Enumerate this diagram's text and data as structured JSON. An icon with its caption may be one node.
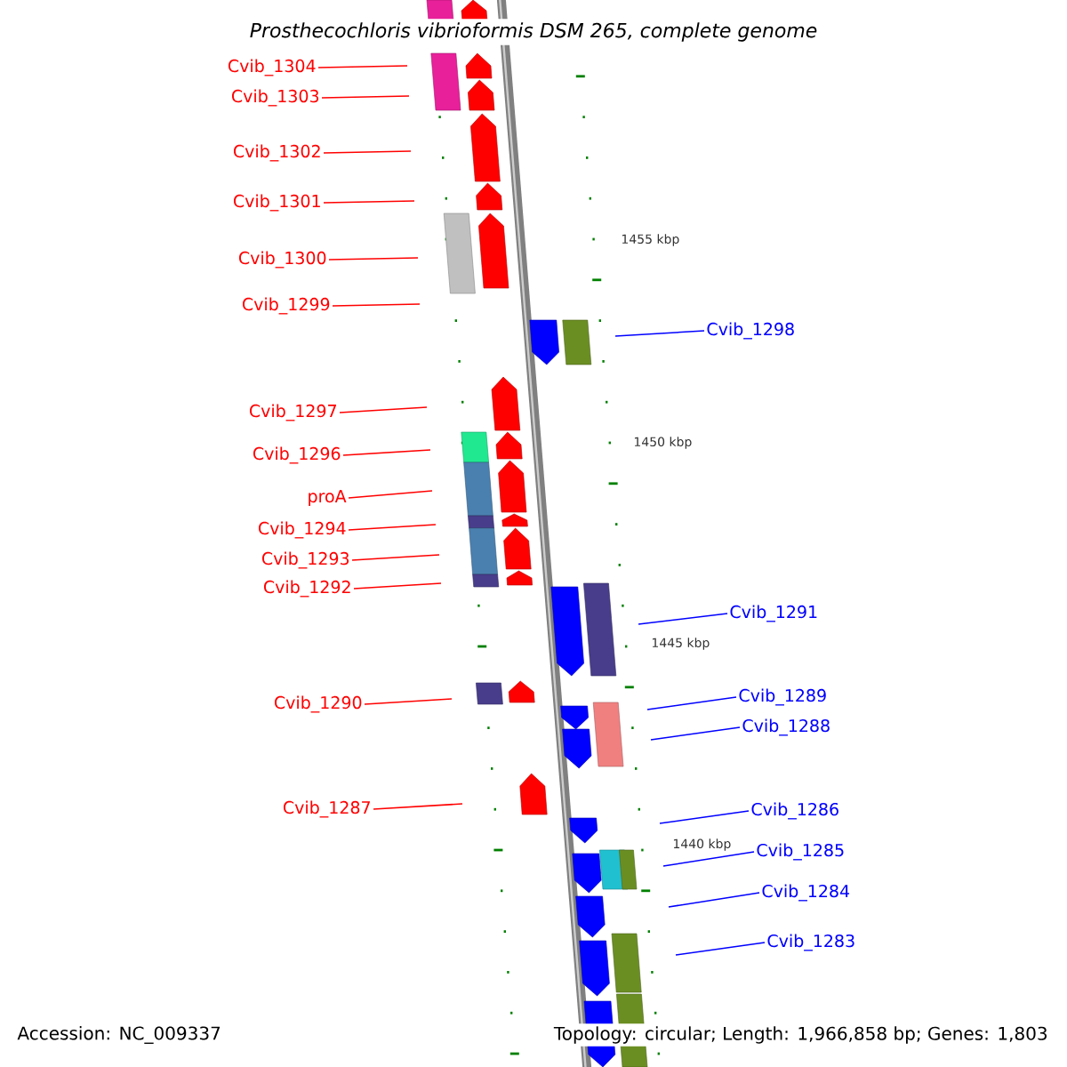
{
  "diagram": {
    "title": "Prosthecochloris vibrioformis DSM 265, complete genome",
    "nodes": [
      {
        "text": [
          "Cvib_1304"
        ]
      },
      {
        "text": [
          "Cvib_1303"
        ]
      },
      {
        "text": [
          "Cvib_1302"
        ]
      },
      {
        "text": [
          "Cvib_1301"
        ]
      },
      {
        "text": [
          "Cvib_1300"
        ]
      },
      {
        "text": [
          "Cvib_1299"
        ]
      },
      {
        "text": [
          "Cvib_1298"
        ]
      },
      {
        "text": [
          "Cvib_1297"
        ]
      },
      {
        "text": [
          "Cvib_1296"
        ]
      },
      {
        "text": [
          "proA"
        ]
      },
      {
        "text": [
          "Cvib_1294"
        ]
      },
      {
        "text": [
          "Cvib_1293"
        ]
      },
      {
        "text": [
          "Cvib_1292"
        ]
      },
      {
        "text": [
          "Cvib_1291"
        ]
      },
      {
        "text": [
          "Cvib_1290"
        ]
      },
      {
        "text": [
          "Cvib_1289"
        ]
      },
      {
        "text": [
          "Cvib_1288"
        ]
      },
      {
        "text": [
          "Cvib_1287"
        ]
      },
      {
        "text": [
          "Cvib_1286"
        ]
      },
      {
        "text": [
          "Cvib_1285"
        ]
      },
      {
        "text": [
          "Cvib_1284"
        ]
      },
      {
        "text": [
          "Cvib_1283"
        ]
      }
    ],
    "edges": [
      {
        "from": 0,
        "to": null,
        "arrow": "none",
        "color": "#ff0000"
      },
      {
        "from": 1,
        "to": null,
        "arrow": "none",
        "color": "#ff0000"
      },
      {
        "from": 2,
        "to": null,
        "arrow": "none",
        "color": "#ff0000"
      },
      {
        "from": 3,
        "to": null,
        "arrow": "none",
        "color": "#ff0000"
      },
      {
        "from": 4,
        "to": null,
        "arrow": "none",
        "color": "#ff0000"
      },
      {
        "from": 5,
        "to": null,
        "arrow": "none",
        "color": "#ff0000"
      },
      {
        "from": 6,
        "to": null,
        "arrow": "none",
        "color": "#0000ff"
      },
      {
        "from": 7,
        "to": null,
        "arrow": "none",
        "color": "#ff0000"
      },
      {
        "from": 8,
        "to": null,
        "arrow": "none",
        "color": "#ff0000"
      },
      {
        "from": 9,
        "to": null,
        "arrow": "none",
        "color": "#ff0000"
      },
      {
        "from": 10,
        "to": null,
        "arrow": "none",
        "color": "#ff0000"
      },
      {
        "from": 11,
        "to": null,
        "arrow": "none",
        "color": "#ff0000"
      },
      {
        "from": 12,
        "to": null,
        "arrow": "none",
        "color": "#ff0000"
      },
      {
        "from": 13,
        "to": null,
        "arrow": "none",
        "color": "#0000ff"
      },
      {
        "from": 14,
        "to": null,
        "arrow": "none",
        "color": "#ff0000"
      },
      {
        "from": 15,
        "to": null,
        "arrow": "none",
        "color": "#0000ff"
      },
      {
        "from": 16,
        "to": null,
        "arrow": "none",
        "color": "#0000ff"
      },
      {
        "from": 17,
        "to": null,
        "arrow": "none",
        "color": "#ff0000"
      },
      {
        "from": 18,
        "to": null,
        "arrow": "none",
        "color": "#0000ff"
      },
      {
        "from": 19,
        "to": null,
        "arrow": "none",
        "color": "#0000ff"
      },
      {
        "from": 20,
        "to": null,
        "arrow": "none",
        "color": "#0000ff"
      },
      {
        "from": 21,
        "to": null,
        "arrow": "none",
        "color": "#0000ff"
      }
    ],
    "labels": [
      "1455 kbp",
      "1450 kbp",
      "1445 kbp",
      "1440 kbp",
      "Accession: NC_009337",
      "Topology: circular; Length: 1,966,858 bp; Genes: 1,803"
    ]
  }
}
